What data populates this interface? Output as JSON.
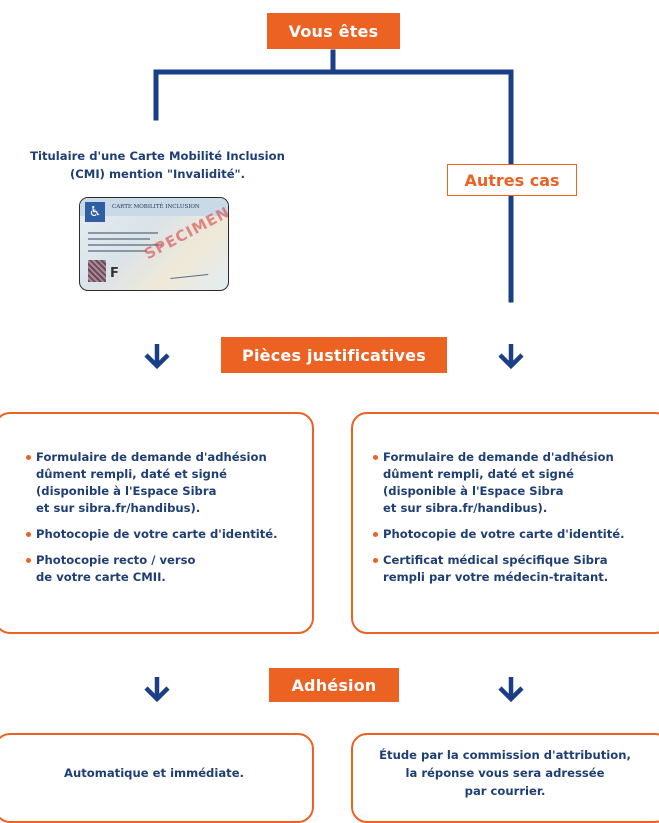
{
  "top": {
    "label": "Vous êtes"
  },
  "left_branch": {
    "title": "Titulaire d'une Carte Mobilité Inclusion\n(CMI) mention \"Invalidité\".",
    "card": {
      "header": "CARTE MOBILITÉ INCLUSION",
      "stamp": "SPECIMEN",
      "letter": "F",
      "icon": "wheelchair-icon"
    }
  },
  "right_branch": {
    "label": "Autres cas"
  },
  "pieces": {
    "label": "Pièces justificatives"
  },
  "left_panel": {
    "items": [
      "Formulaire de demande d'adhésion\ndûment rempli, daté et signé\n(disponible à l'Espace Sibra\net sur sibra.fr/handibus).",
      "Photocopie de votre carte d'identité.",
      "Photocopie recto / verso\nde votre carte CMII."
    ]
  },
  "right_panel": {
    "items": [
      "Formulaire de demande d'adhésion\ndûment rempli, daté et signé\n(disponible à l'Espace Sibra\net sur sibra.fr/handibus).",
      "Photocopie de votre carte d'identité.",
      "Certificat médical spécifique Sibra\nrempli par votre médecin-traitant."
    ]
  },
  "adhesion": {
    "label": "Adhésion"
  },
  "left_result": {
    "text": "Automatique et immédiate."
  },
  "right_result": {
    "text": "Étude par la commission d'attribution,\nla réponse vous sera adressée\npar courrier."
  },
  "colors": {
    "orange": "#ec6223",
    "navy": "#1a3f86"
  }
}
